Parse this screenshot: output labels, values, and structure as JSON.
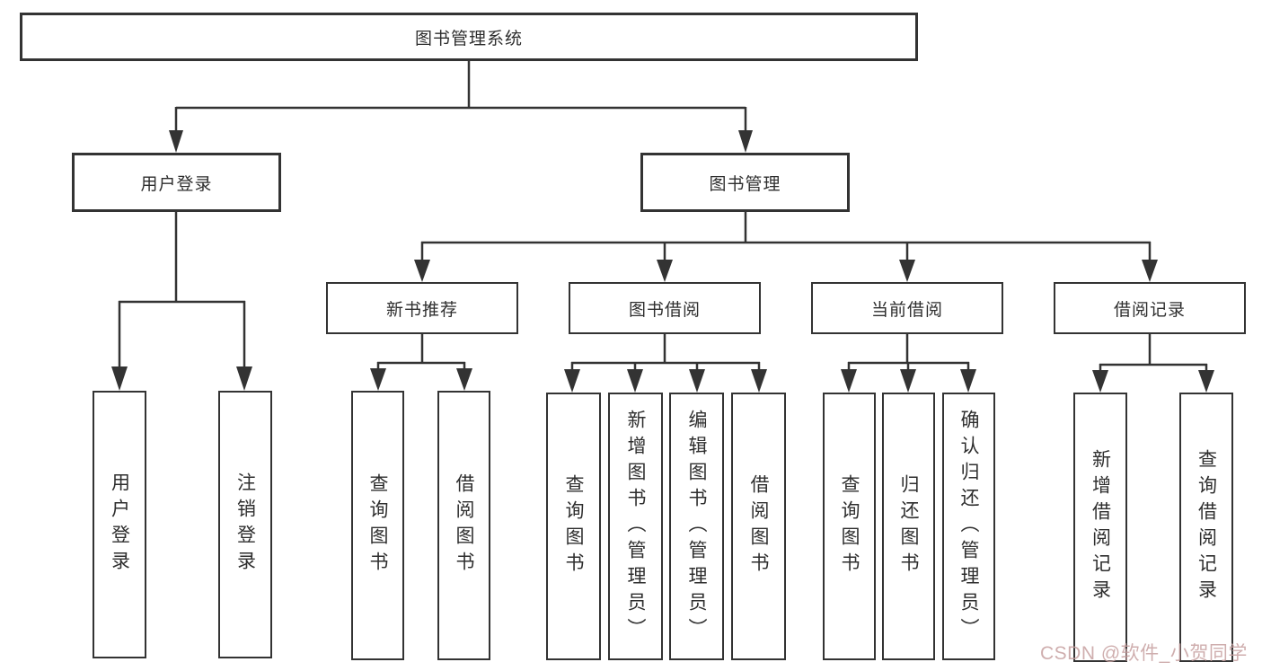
{
  "tree": {
    "label": "图书管理系统",
    "children": [
      {
        "label": "用户登录",
        "children": [
          {
            "label": "用户登录"
          },
          {
            "label": "注销登录"
          }
        ]
      },
      {
        "label": "图书管理",
        "children": [
          {
            "label": "新书推荐",
            "children": [
              {
                "label": "查询图书"
              },
              {
                "label": "借阅图书"
              }
            ]
          },
          {
            "label": "图书借阅",
            "children": [
              {
                "label": "查询图书"
              },
              {
                "label": "新增图书（管理员）"
              },
              {
                "label": "编辑图书（管理员）"
              },
              {
                "label": "借阅图书"
              }
            ]
          },
          {
            "label": "当前借阅",
            "children": [
              {
                "label": "查询图书"
              },
              {
                "label": "归还图书"
              },
              {
                "label": "确认归还（管理员）"
              }
            ]
          },
          {
            "label": "借阅记录",
            "children": [
              {
                "label": "新增借阅记录"
              },
              {
                "label": "查询借阅记录"
              }
            ]
          }
        ]
      }
    ]
  },
  "watermark": {
    "text": "CSDN @软件_小贺同学",
    "color": "#c7a0a0"
  },
  "colors": {
    "line": "#333333",
    "box_border": "#333333",
    "text": "#2e2e2e",
    "background": "#ffffff"
  }
}
